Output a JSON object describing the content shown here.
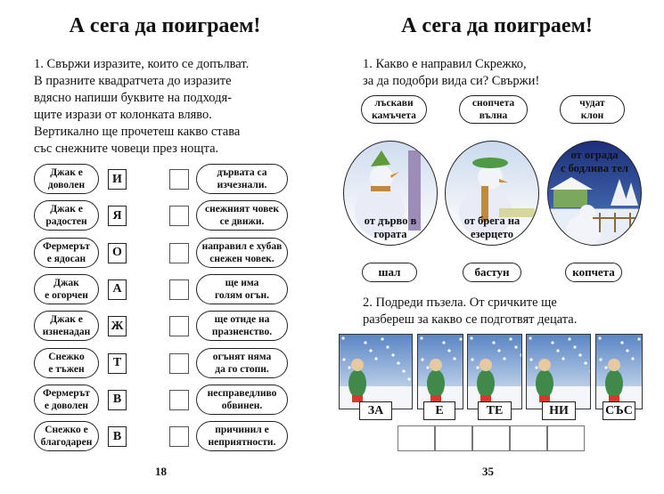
{
  "left_page": {
    "title": "А сега да поиграем!",
    "instructions": [
      "1. Свържи изразите, които се допълват.",
      "В празните квадратчета до изразите",
      "вдясно напиши буквите на подходя-",
      "щите изрази от колонката вляво.",
      "Вертикално ще прочетеш какво става",
      "със снежните човеци през нощта."
    ],
    "rows": [
      {
        "left": [
          "Джак е",
          "доволен"
        ],
        "letter": "И",
        "right": [
          "дървата са",
          "изчезнали."
        ]
      },
      {
        "left": [
          "Джак е",
          "радостен"
        ],
        "letter": "Я",
        "right": [
          "снежният човек",
          "се движи."
        ]
      },
      {
        "left": [
          "Фермерът",
          "е ядосан"
        ],
        "letter": "О",
        "right": [
          "направил е хубав",
          "снежен човек."
        ]
      },
      {
        "left": [
          "Джак",
          "е огорчен"
        ],
        "letter": "А",
        "right": [
          "ще има",
          "голям огън."
        ]
      },
      {
        "left": [
          "Джак е",
          "изненадан"
        ],
        "letter": "Ж",
        "right": [
          "ще отиде на",
          "празненство."
        ]
      },
      {
        "left": [
          "Снежко",
          "е тъжен"
        ],
        "letter": "Т",
        "right": [
          "огънят няма",
          "да го стопи."
        ]
      },
      {
        "left": [
          "Фермерът",
          "е доволен"
        ],
        "letter": "В",
        "right": [
          "несправедливо",
          "обвинен."
        ]
      },
      {
        "left": [
          "Снежко е",
          "благодарен"
        ],
        "letter": "В",
        "right": [
          "причинил е",
          "неприятности."
        ]
      }
    ],
    "page_number": "18"
  },
  "right_page": {
    "title": "А сега да поиграем!",
    "task1": [
      "1. Какво е направил Скрежко,",
      "за да подобри вида си? Свържи!"
    ],
    "top_pills": [
      [
        "лъскави",
        "камъчета"
      ],
      [
        "снопчета",
        "вълна"
      ],
      [
        "чудат",
        "клон"
      ]
    ],
    "circles": [
      [
        "от дърво в",
        "гората"
      ],
      [
        "от брега на",
        "езерцето"
      ],
      [
        "от ограда",
        "с бодлива тел"
      ]
    ],
    "bottom_pills": [
      "шал",
      "бастун",
      "копчета"
    ],
    "task2": [
      "2. Подреди пъзела. От сричките ще",
      "разбереш за какво се подготвят децата."
    ],
    "syllables": [
      "ЗА",
      "Е",
      "ТЕ",
      "НИ",
      "СЪС"
    ],
    "answer_cells": 5,
    "page_number": "35"
  }
}
